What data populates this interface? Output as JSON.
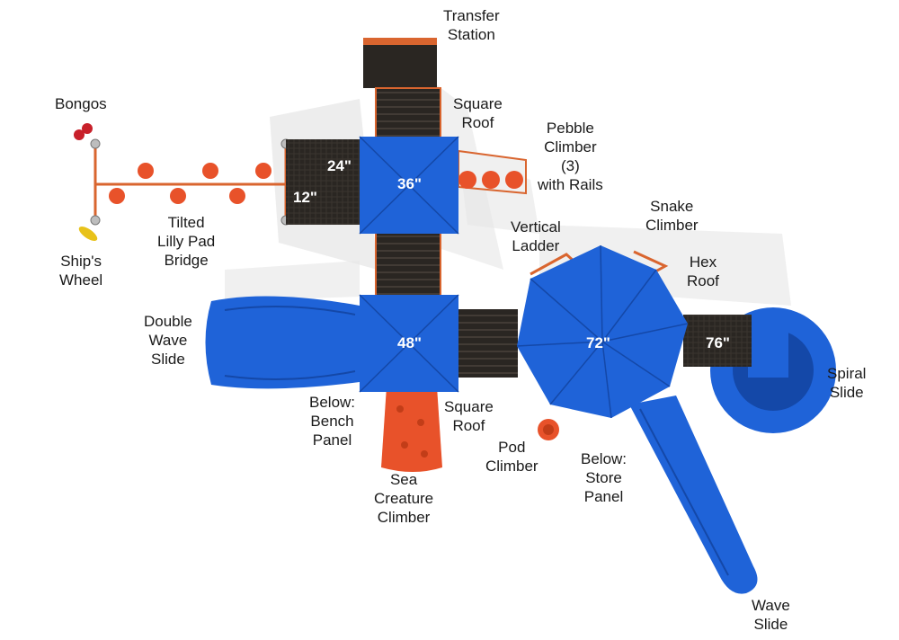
{
  "colors": {
    "roof_blue": "#1f63d8",
    "roof_blue_dark": "#1448a8",
    "deck_dark": "#2a2622",
    "accent_orange": "#e8522a",
    "rail_orange": "#d9652f",
    "shadow": "#e3e3e3"
  },
  "labels": {
    "transfer_station": [
      "Transfer",
      "Station"
    ],
    "bongos": [
      "Bongos"
    ],
    "square_roof_top": [
      "Square",
      "Roof"
    ],
    "pebble_climber": [
      "Pebble",
      "Climber",
      "(3)",
      "with Rails"
    ],
    "tilted_lilly_pad_bridge": [
      "Tilted",
      "Lilly Pad",
      "Bridge"
    ],
    "ships_wheel": [
      "Ship's",
      "Wheel"
    ],
    "snake_climber": [
      "Snake",
      "Climber"
    ],
    "vertical_ladder": [
      "Vertical",
      "Ladder"
    ],
    "hex_roof": [
      "Hex",
      "Roof"
    ],
    "double_wave_slide": [
      "Double",
      "Wave",
      "Slide"
    ],
    "spiral_slide": [
      "Spiral",
      "Slide"
    ],
    "below_bench_panel": [
      "Below:",
      "Bench",
      "Panel"
    ],
    "square_roof_bottom": [
      "Square",
      "Roof"
    ],
    "pod_climber": [
      "Pod",
      "Climber"
    ],
    "below_store_panel": [
      "Below:",
      "Store",
      "Panel"
    ],
    "sea_creature_climber": [
      "Sea",
      "Creature",
      "Climber"
    ],
    "wave_slide": [
      "Wave",
      "Slide"
    ]
  },
  "heights": {
    "deck_24": "24\"",
    "deck_12": "12\"",
    "roof_36": "36\"",
    "roof_48": "48\"",
    "hex_72": "72\"",
    "deck_76": "76\""
  }
}
